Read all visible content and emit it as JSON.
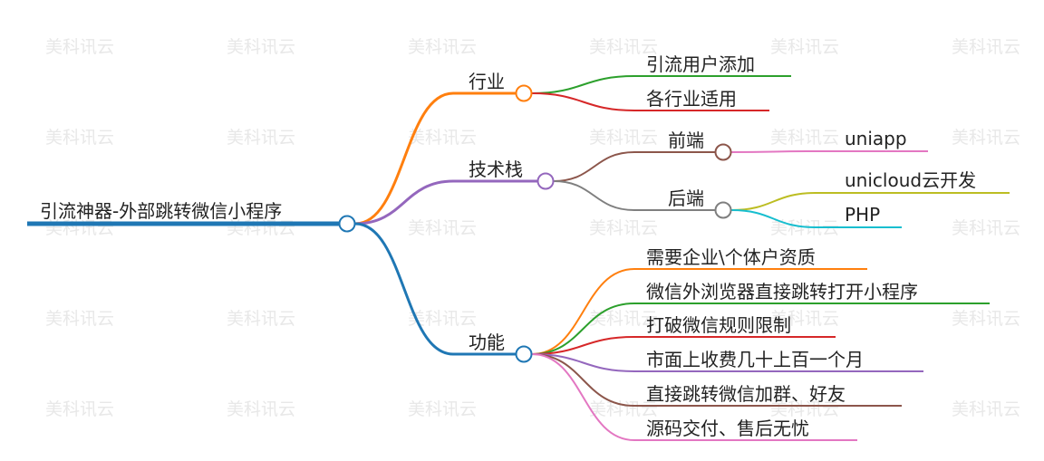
{
  "watermark": "美科讯云",
  "root": {
    "label": "引流神器-外部跳转微信小程序",
    "color": "#1f77b4"
  },
  "branches": [
    {
      "label": "行业",
      "color": "#ff7f0e",
      "children": [
        {
          "label": "引流用户添加",
          "color": "#2ca02c"
        },
        {
          "label": "各行业适用",
          "color": "#d62728"
        }
      ]
    },
    {
      "label": "技术栈",
      "color": "#9467bd",
      "children": [
        {
          "label": "前端",
          "color": "#8c564b",
          "children": [
            {
              "label": "uniapp",
              "color": "#e377c2"
            }
          ]
        },
        {
          "label": "后端",
          "color": "#7f7f7f",
          "children": [
            {
              "label": "unicloud云开发",
              "color": "#bcbd22"
            },
            {
              "label": "PHP",
              "color": "#17becf"
            }
          ]
        }
      ]
    },
    {
      "label": "功能",
      "color": "#1f77b4",
      "children": [
        {
          "label": "需要企业\\个体户资质",
          "color": "#ff7f0e"
        },
        {
          "label": "微信外浏览器直接跳转打开小程序",
          "color": "#2ca02c"
        },
        {
          "label": "打破微信规则限制",
          "color": "#d62728"
        },
        {
          "label": "市面上收费几十上百一个月",
          "color": "#9467bd"
        },
        {
          "label": "直接跳转微信加群、好友",
          "color": "#8c564b"
        },
        {
          "label": "源码交付、售后无忧",
          "color": "#e377c2"
        }
      ]
    }
  ]
}
